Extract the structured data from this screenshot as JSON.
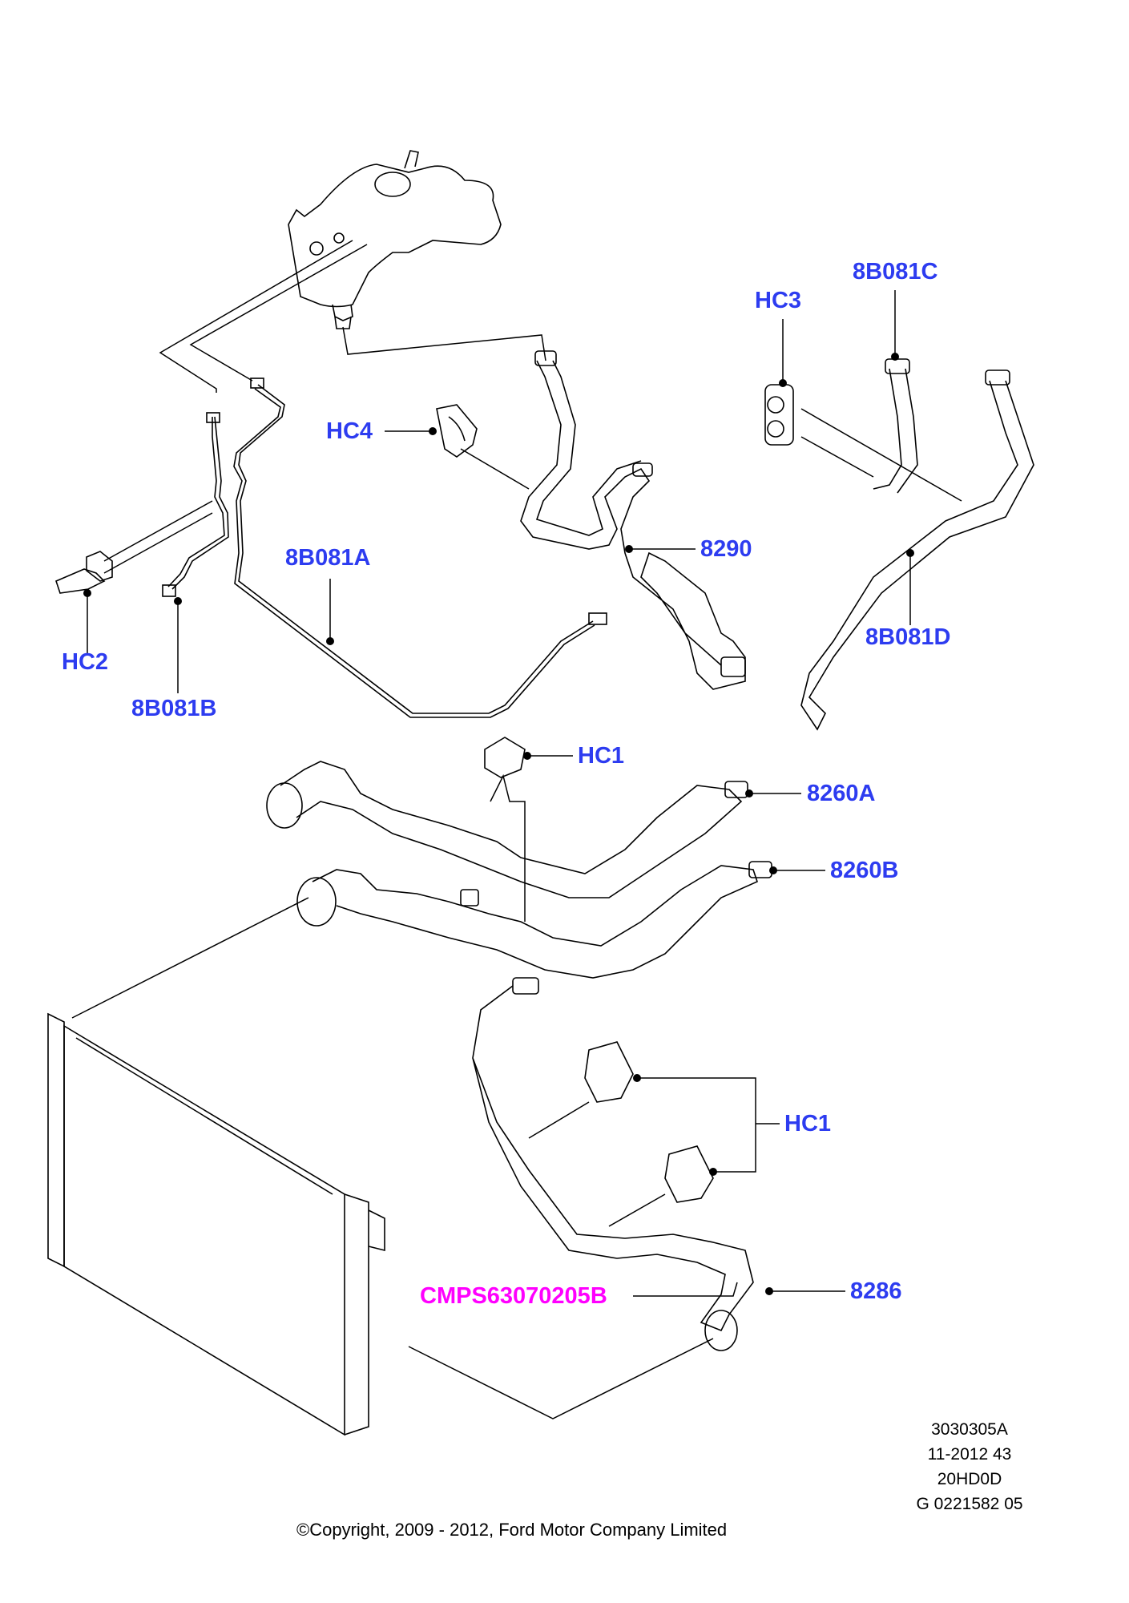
{
  "diagram": {
    "title": "Engine Cooling Hoses",
    "label_color": "#2d3cf0",
    "highlight_color": "#ff00ff",
    "callouts": {
      "hc4": "HC4",
      "b8081a": "8B081A",
      "hc2": "HC2",
      "b8081b": "8B081B",
      "hc3": "HC3",
      "b8081c": "8B081C",
      "p8290": "8290",
      "b8081d": "8B081D",
      "hc1_top": "HC1",
      "p8260a": "8260A",
      "p8260b": "8260B",
      "hc1_bottom": "HC1",
      "cmps": "CMPS63070205B",
      "p8286": "8286"
    }
  },
  "footer": {
    "codes": [
      "3030305A",
      "11-2012 43",
      "20HD0D",
      "G 0221582 05"
    ],
    "copyright": "©Copyright, 2009 - 2012, Ford Motor Company Limited"
  }
}
